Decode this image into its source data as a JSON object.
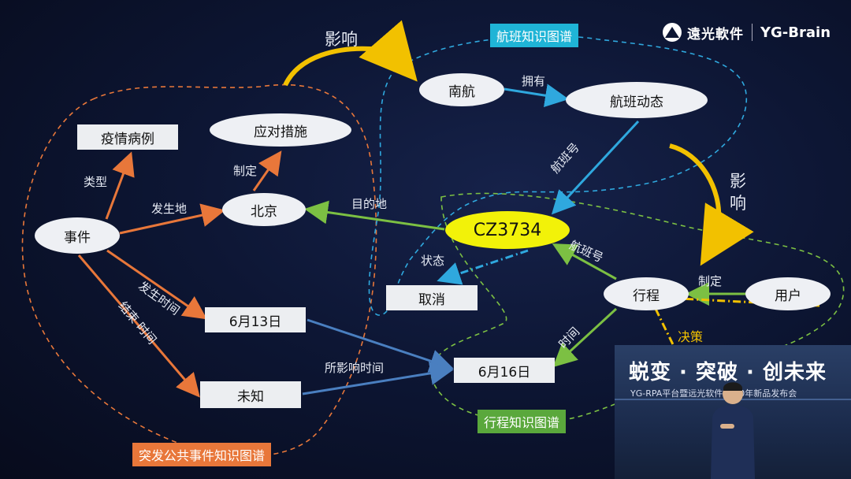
{
  "logo": {
    "brand_cn": "遠光軟件",
    "brand_en": "YG-Brain"
  },
  "titles": {
    "influence_top": "影响",
    "influence_right": "影\n响",
    "decision": "决策"
  },
  "clusters": {
    "flight": "航班知识图谱",
    "trip": "行程知识图谱",
    "event": "突发公共事件知识图谱"
  },
  "nodes": {
    "yiqing": "疫情病例",
    "yingdui": "应对措施",
    "shijian": "事件",
    "beijing": "北京",
    "date13": "6月13日",
    "weizhi": "未知",
    "nanhang": "南航",
    "hangban_dongtai": "航班动态",
    "flight_no": "CZ3734",
    "quxiao": "取消",
    "xingcheng": "行程",
    "yonghu": "用户",
    "date16": "6月16日"
  },
  "edges": {
    "leixing": "类型",
    "zhiding1": "制定",
    "fashengdi": "发生地",
    "fasheng_shijian": "发生时间",
    "jieshu_shijian": "结束 时间",
    "suoyingxiang": "所影响时间",
    "mudidi": "目的地",
    "zhuangtai": "状态",
    "yongyou": "拥有",
    "hangbanhao1": "航班号",
    "hangbanhao2": "航班号",
    "zhiding2": "制定",
    "shijian_edge": "时间"
  },
  "video": {
    "slogan": "蜕变 · 突破 · 创未来",
    "subtitle": "YG-RPA平台暨远光软件2020年新品发布会"
  },
  "colors": {
    "orange": "#e8773a",
    "green": "#7cc043",
    "blue": "#2fa8de",
    "steel": "#4a7fc0",
    "yellow": "#f2c100",
    "flight_tag": "#1fb4d6",
    "trip_tag": "#5aa83c",
    "event_tag": "#e8773a"
  }
}
